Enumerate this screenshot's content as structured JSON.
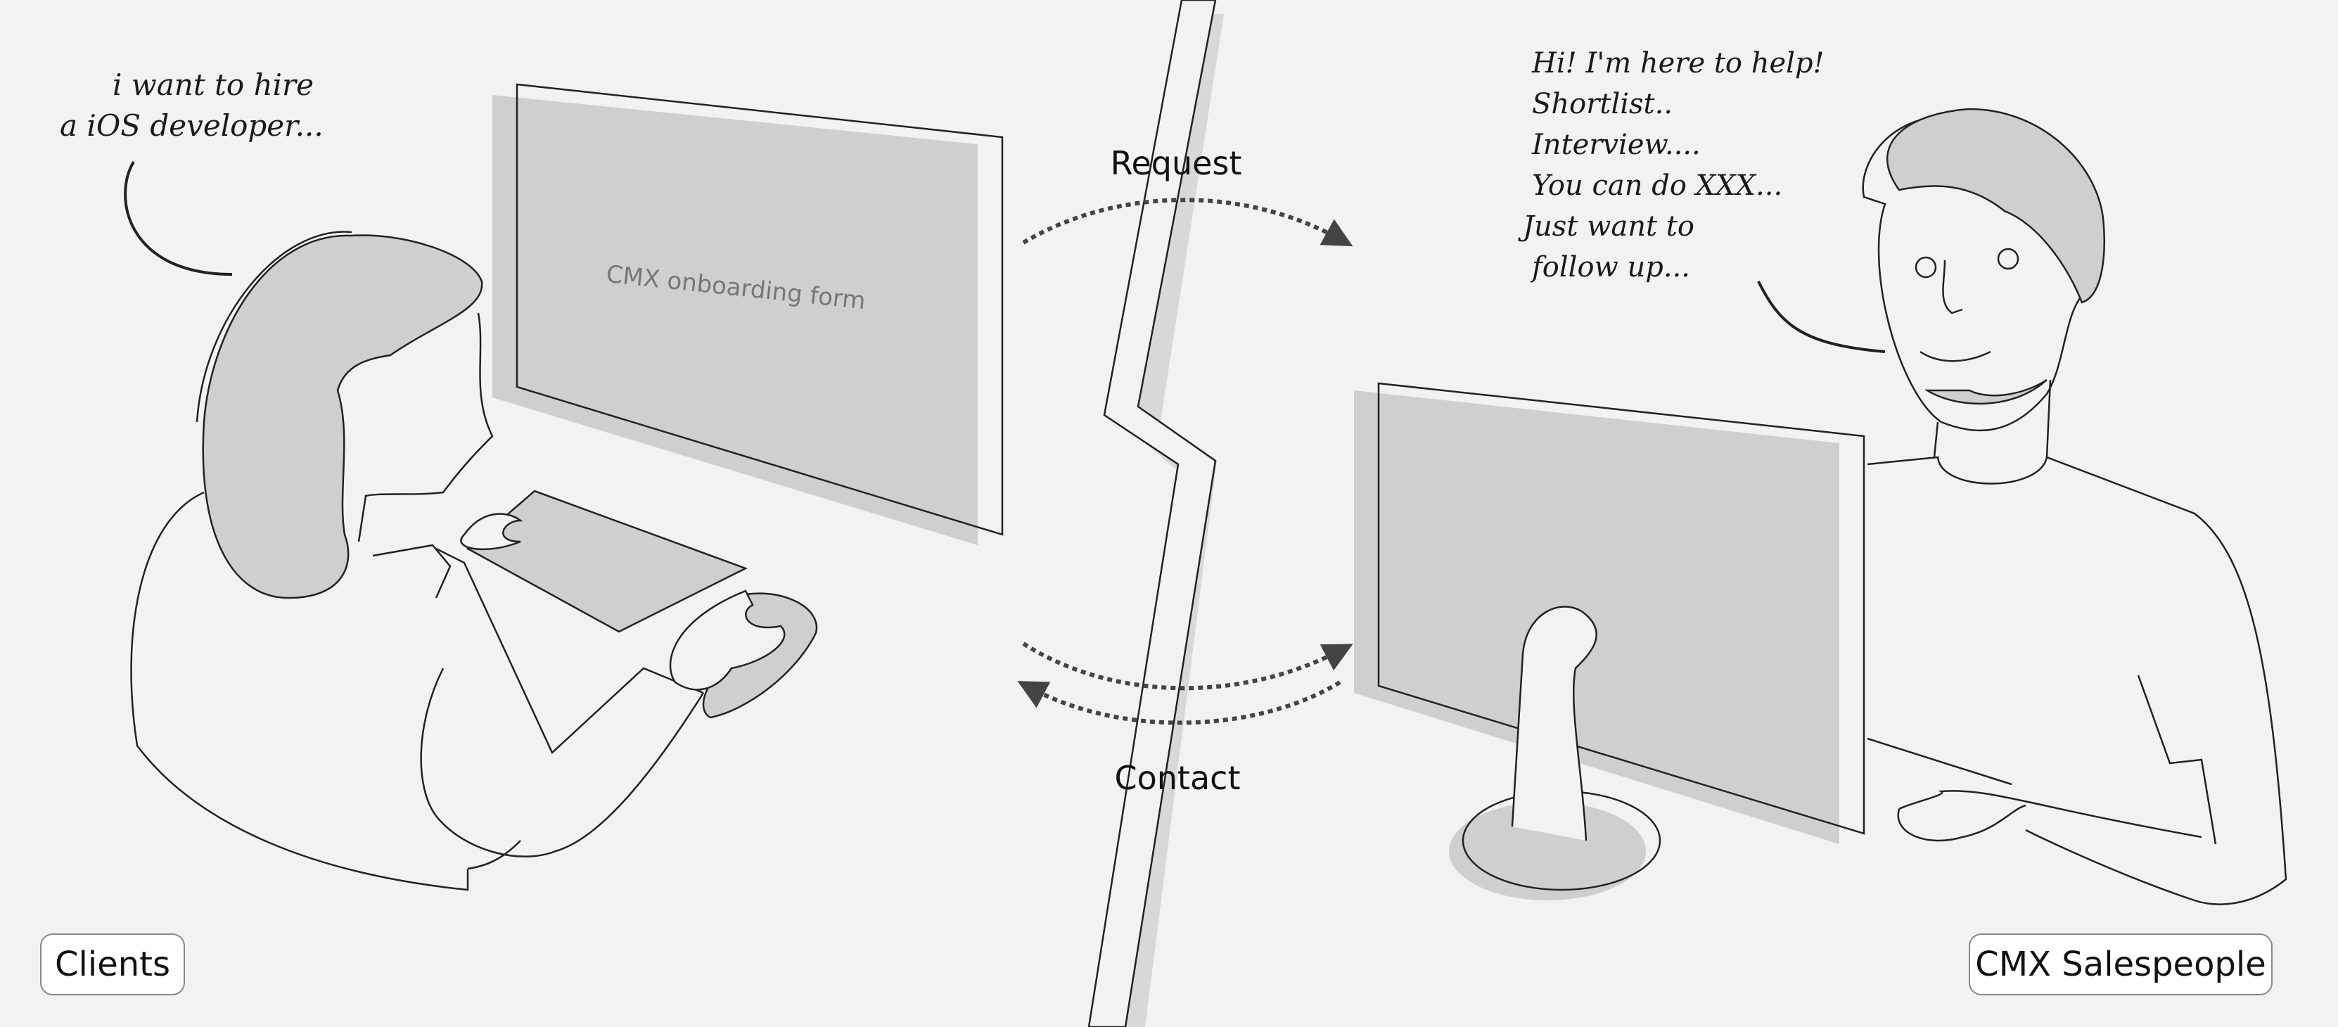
{
  "client_speech": [
    "i want to hire",
    "a iOS developer..."
  ],
  "screen_label": "CMX onboarding form",
  "sales_speech": [
    "Hi! I'm here to help!",
    "Shortlist..",
    "Interview....",
    "You can do XXX...",
    "Just want to",
    "follow up..."
  ],
  "arrow_labels": {
    "request": "Request",
    "contact": "Contact"
  },
  "legend": {
    "clients": "Clients",
    "salespeople": "CMX Salespeople"
  },
  "colors": {
    "background": "#f2f2f2",
    "fill": "#cfcfcf",
    "line": "#222222",
    "arrow": "#444444"
  }
}
